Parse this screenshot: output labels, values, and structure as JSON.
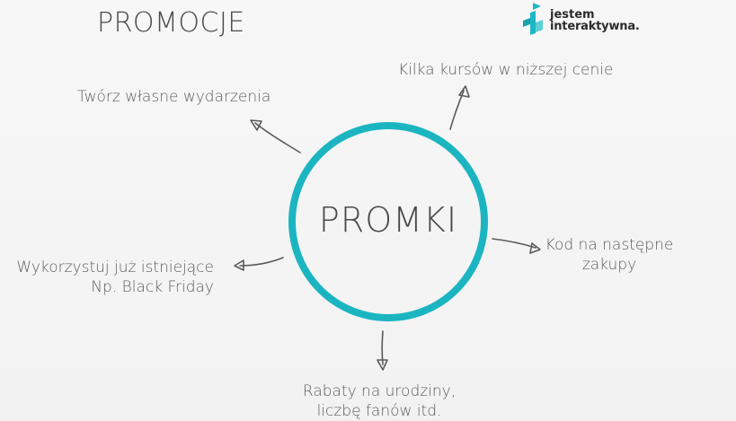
{
  "slide": {
    "title": "PROMOCJE",
    "logo": {
      "line1": "jestem",
      "line2": "interaktywna.",
      "accent_color": "#1db8c4"
    }
  },
  "diagram": {
    "center": "PROMKI",
    "ring_color": "#1bb5c1",
    "arrow_color": "#5a5a5a",
    "branches": {
      "top_left": "Twórz własne wydarzenia",
      "top_right": "Kilka kursów w niższej cenie",
      "right_line1": "Kod na następne",
      "right_line2": "zakupy",
      "left_line1": "Wykorzystuj już istniejące",
      "left_line2": "Np. Black Friday",
      "bottom_line1": "Rabaty na urodziny,",
      "bottom_line2": "liczbę fanów itd."
    }
  }
}
